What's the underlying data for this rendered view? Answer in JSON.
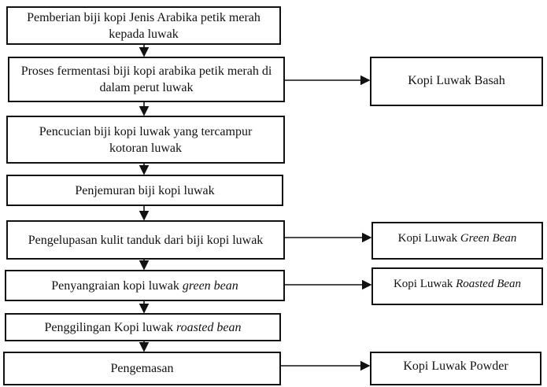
{
  "steps": [
    {
      "text": "Pemberian biji kopi Jenis Arabika petik merah kepada luwak",
      "italic": ""
    },
    {
      "text": "Proses fermentasi biji kopi arabika petik merah di dalam perut luwak",
      "italic": ""
    },
    {
      "text": "Pencucian biji kopi luwak yang tercampur kotoran luwak",
      "italic": ""
    },
    {
      "text": "Penjemuran biji kopi luwak",
      "italic": ""
    },
    {
      "text": "Pengelupasan kulit tanduk dari biji kopi luwak",
      "italic": ""
    },
    {
      "text": "Penyangraian kopi luwak ",
      "italic": "green bean"
    },
    {
      "text": "Penggilingan Kopi luwak ",
      "italic": "roasted bean"
    },
    {
      "text": "Pengemasan",
      "italic": ""
    }
  ],
  "outputs": [
    {
      "text": "Kopi Luwak Basah",
      "italic": ""
    },
    {
      "text": "Kopi Luwak ",
      "italic": "Green Bean"
    },
    {
      "text": "Kopi Luwak ",
      "italic": "Roasted Bean"
    },
    {
      "text": "Kopi Luwak Powder",
      "italic": ""
    }
  ]
}
